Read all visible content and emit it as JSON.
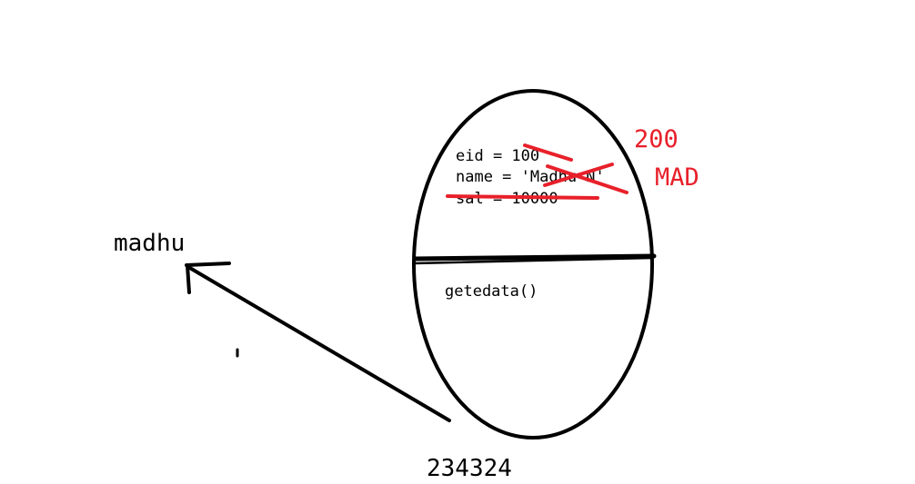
{
  "colors": {
    "ink": "#000000",
    "red_ink": "#e8202a"
  },
  "object": {
    "fields": [
      "eid = 100",
      "name = 'Madhu N'",
      "sal = 10000"
    ],
    "method": "getedata()"
  },
  "annotations": {
    "new_eid": "200",
    "new_name": "MAD"
  },
  "reference": {
    "variable_name": "madhu",
    "address": "234324"
  }
}
